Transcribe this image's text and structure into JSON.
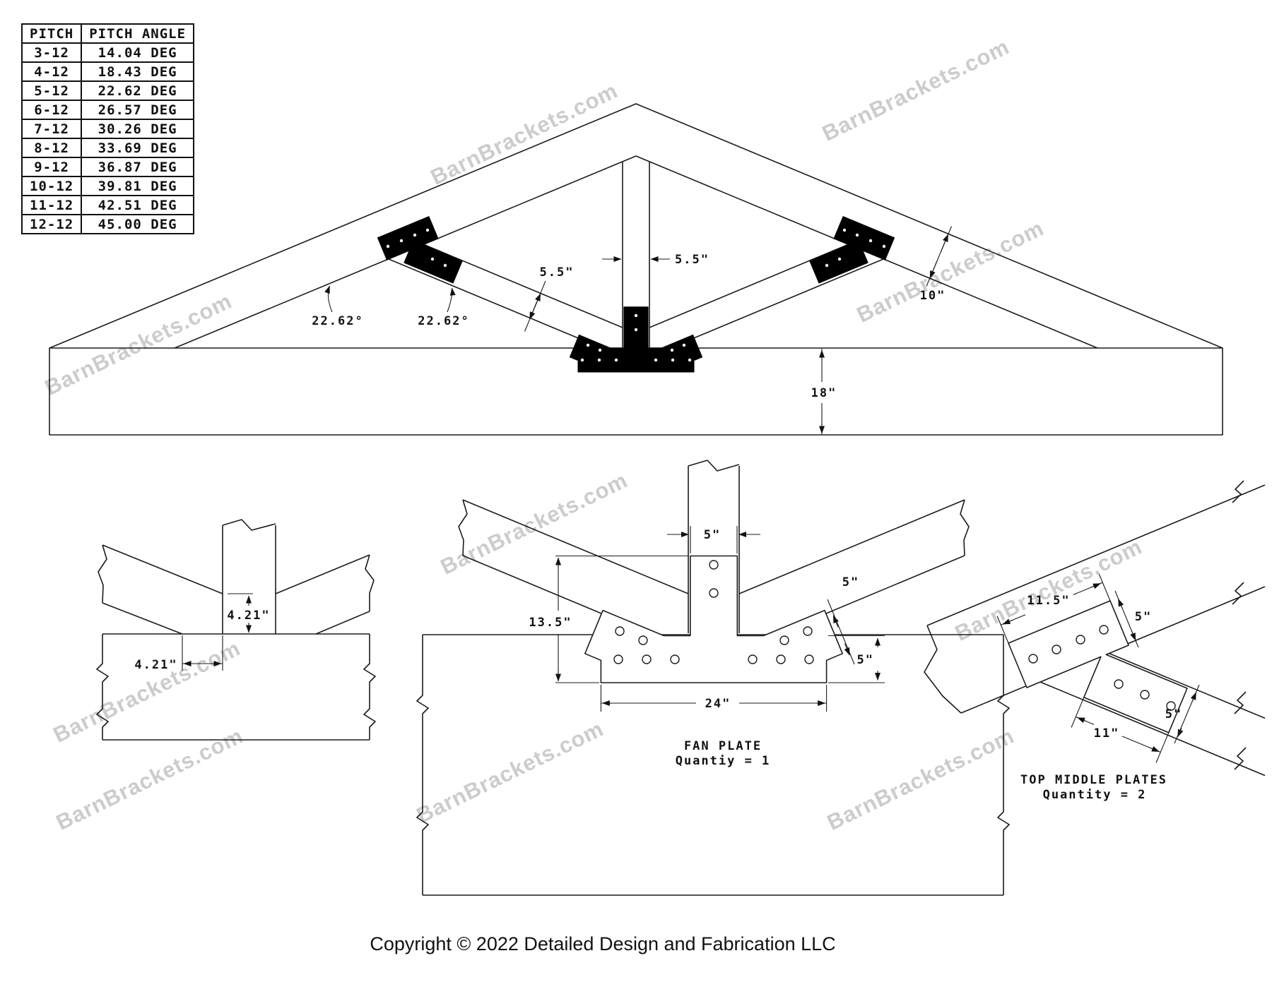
{
  "pitch_table": {
    "headers": [
      "PITCH",
      "PITCH ANGLE"
    ],
    "rows": [
      [
        "3-12",
        "14.04 DEG"
      ],
      [
        "4-12",
        "18.43 DEG"
      ],
      [
        "5-12",
        "22.62 DEG"
      ],
      [
        "6-12",
        "26.57 DEG"
      ],
      [
        "7-12",
        "30.26 DEG"
      ],
      [
        "8-12",
        "33.69 DEG"
      ],
      [
        "9-12",
        "36.87 DEG"
      ],
      [
        "10-12",
        "39.81 DEG"
      ],
      [
        "11-12",
        "42.51 DEG"
      ],
      [
        "12-12",
        "45.00 DEG"
      ]
    ]
  },
  "truss": {
    "strut_width": "5.5\"",
    "king_post_width": "5.5\"",
    "rafter_depth": "10\"",
    "chord_depth": "18\"",
    "pitch_angle_left": "22.62°",
    "pitch_angle_right": "22.62°"
  },
  "joint_detail": {
    "offset_vertical": "4.21\"",
    "offset_horizontal": "4.21\""
  },
  "fan_plate_detail": {
    "tab_width": "5\"",
    "height": "13.5\"",
    "length": "24\"",
    "arm_width": "5\"",
    "strip_width": "5\"",
    "title": "FAN PLATE",
    "quantity": "Quantiy = 1"
  },
  "top_middle_detail": {
    "rafter_plate_length": "11.5\"",
    "rafter_plate_width": "5\"",
    "strut_plate_length": "11\"",
    "strut_plate_width": "5\"",
    "title": "TOP MIDDLE PLATES",
    "quantity": "Quantity = 2"
  },
  "watermark": {
    "text": "BarnBrackets.com"
  },
  "footer": {
    "copyright": "Copyright © 2022 Detailed Design and Fabrication LLC"
  }
}
